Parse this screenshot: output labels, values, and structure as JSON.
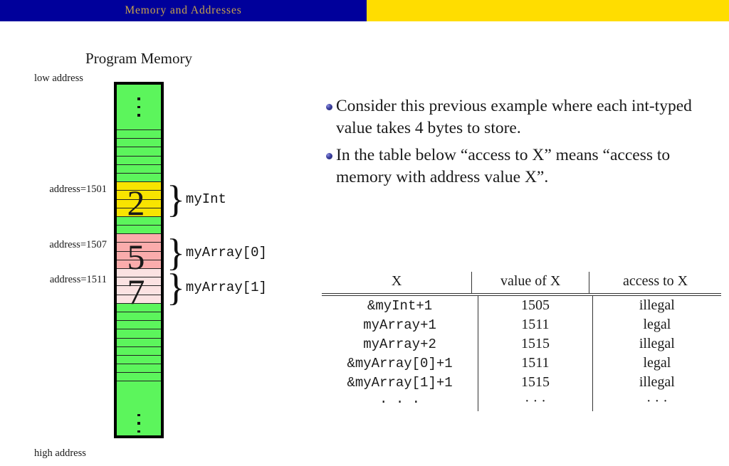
{
  "header": {
    "title": "Memory and Addresses",
    "blue_color": "#00009B",
    "yellow_color": "#FFDD00",
    "title_color": "#C8A44B"
  },
  "diagram": {
    "title": "Program Memory",
    "low_label": "low address",
    "high_label": "high address",
    "colors": {
      "green": "#5CF55C",
      "yellow": "#F8E400",
      "pink_dark": "#FAACAC",
      "pink_light": "#FBE2E2",
      "border": "#000000"
    },
    "addresses": [
      {
        "label": "address=1501"
      },
      {
        "label": "address=1507"
      },
      {
        "label": "address=1511"
      }
    ],
    "values": {
      "myInt": "2",
      "myArray0": "5",
      "myArray1": "7"
    },
    "braces": [
      {
        "name": "myInt"
      },
      {
        "name": "myArray[0]"
      },
      {
        "name": "myArray[1]"
      }
    ]
  },
  "bullets": [
    "Consider this previous example where each int-typed value takes 4 bytes to store.",
    "In the table below “access to X” means “access to memory with address value X”."
  ],
  "table": {
    "headers": [
      "X",
      "value of X",
      "access to X"
    ],
    "rows": [
      {
        "x": "&myInt+1",
        "value": "1505",
        "access": "illegal"
      },
      {
        "x": "myArray+1",
        "value": "1511",
        "access": "legal"
      },
      {
        "x": "myArray+2",
        "value": "1515",
        "access": "illegal"
      },
      {
        "x": "&myArray[0]+1",
        "value": "1511",
        "access": "legal"
      },
      {
        "x": "&myArray[1]+1",
        "value": "1515",
        "access": "illegal"
      },
      {
        "x": "· · ·",
        "value": "· · ·",
        "access": "· · ·"
      }
    ]
  }
}
